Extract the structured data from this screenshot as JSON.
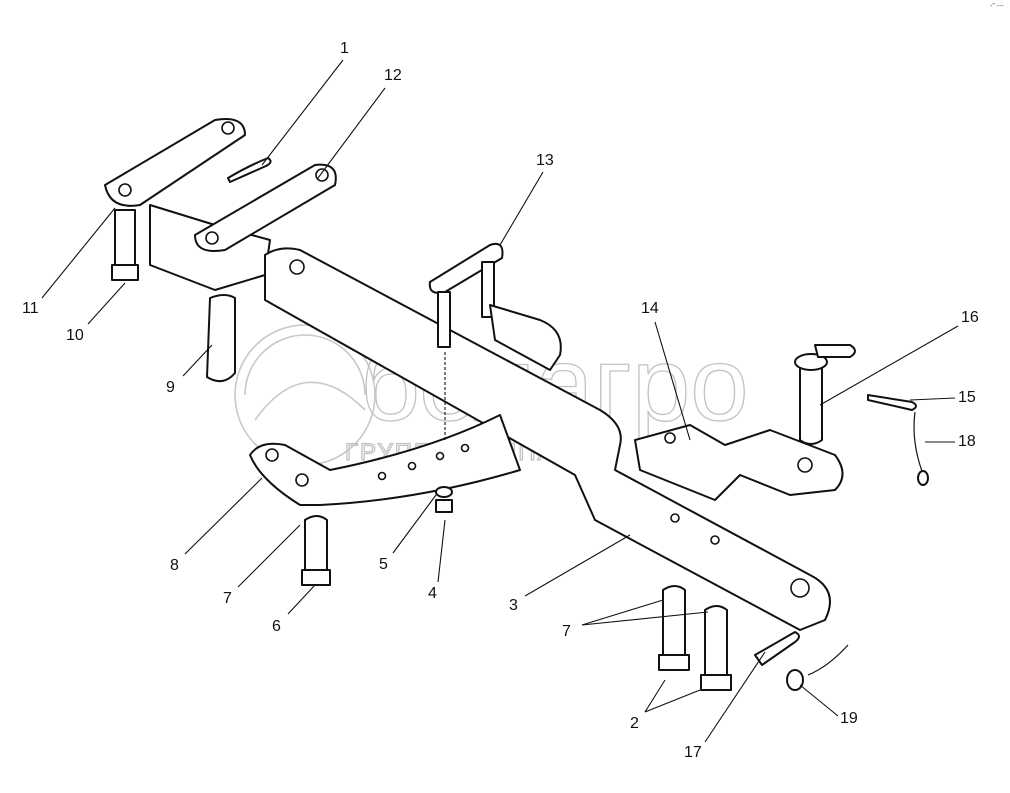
{
  "diagram": {
    "watermark": {
      "brand": "белагро",
      "subtitle": "ГРУППА КОМПАНИЙ"
    },
    "corner_mark": "-\" ---",
    "callouts": [
      "1",
      "12",
      "13",
      "11",
      "10",
      "9",
      "8",
      "7",
      "6",
      "5",
      "4",
      "3",
      "14",
      "16",
      "15",
      "18",
      "7",
      "2",
      "17",
      "19"
    ]
  }
}
